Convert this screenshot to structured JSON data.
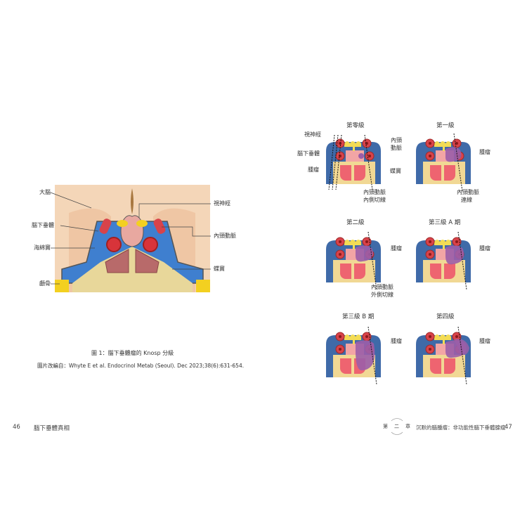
{
  "left_page": {
    "figure_labels": {
      "brain": "大腦",
      "pituitary": "腦下垂體",
      "cavernous_sinus": "海綿竇",
      "skull": "顱骨",
      "optic_nerve": "視神經",
      "internal_carotid": "內頸動脈",
      "sphenoid_sinus": "蝶竇"
    },
    "caption": "圖 1：腦下垂體瘤的 Knosp 分級",
    "source": "圖片改編自：Whyte E et al. Endocrinol Metab (Seoul). Dec 2023;38(6):631-654.",
    "page_number": "46",
    "running_title": "腦下垂體真相"
  },
  "right_page": {
    "grades": [
      {
        "title": "第零級",
        "tumor_level": 0
      },
      {
        "title": "第一級",
        "tumor_level": 1
      },
      {
        "title": "第二級",
        "tumor_level": 2
      },
      {
        "title": "第三級 A 期",
        "tumor_level": 3
      },
      {
        "title": "第三級 B 期",
        "tumor_level": 4
      },
      {
        "title": "第四級",
        "tumor_level": 5
      }
    ],
    "labels": {
      "optic_nerve": "視神經",
      "pituitary": "腦下垂體",
      "tumor": "腫瘤",
      "internal_carotid_l1": "內頸",
      "internal_carotid_l2": "動脈",
      "sphenoid": "蝶竇",
      "medial_l1": "內頸動脈",
      "medial_l2": "內側切線",
      "center_l1": "內頸動脈",
      "center_l2": "連線",
      "lateral_l1": "內頸動脈",
      "lateral_l2": "外側切線",
      "tumor_g1": "腫瘤",
      "tumor_g2": "腫瘤",
      "tumor_g3a": "腫瘤",
      "tumor_g3b": "腫瘤",
      "tumor_g4": "腫瘤"
    },
    "chapter_prefix": "第",
    "chapter_number": "二",
    "chapter_suffix": "章",
    "running_title": "沉默的腦腫瘤：非功能性腦下垂體腺瘤",
    "page_number": "47"
  },
  "colors": {
    "blue": "#3f6aa8",
    "red": "#d8434a",
    "yellow": "#f3dc55",
    "pink": "#f2a5a5",
    "purple": "#9b5ea8",
    "sand": "#f1d894",
    "sinus": "#ee6470"
  }
}
